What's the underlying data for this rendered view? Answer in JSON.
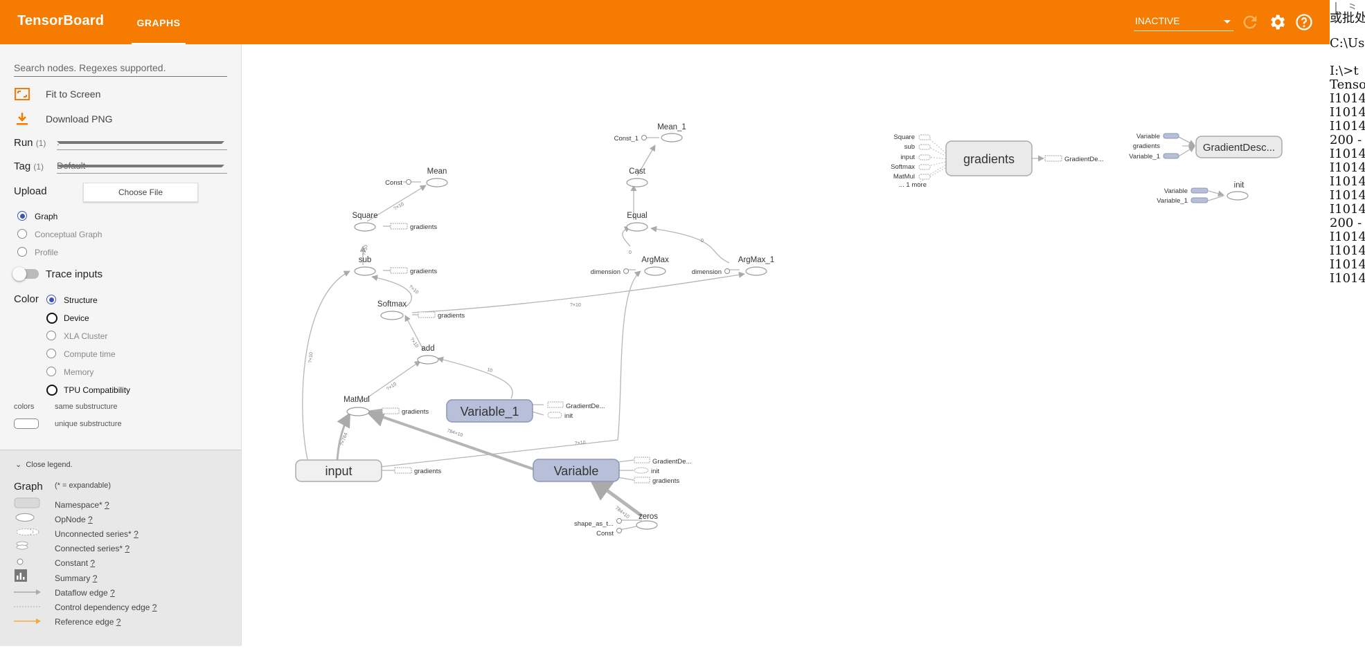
{
  "header": {
    "brand": "TensorBoard",
    "tab": "GRAPHS",
    "status": "INACTIVE",
    "icons": [
      "refresh-icon",
      "settings-icon",
      "help-icon"
    ]
  },
  "sidebar": {
    "search_placeholder": "Search nodes. Regexes supported.",
    "fit_label": "Fit to Screen",
    "download_label": "Download PNG",
    "run_label": "Run",
    "run_count": "(1)",
    "run_value": ".",
    "tag_label": "Tag",
    "tag_count": "(1)",
    "tag_value": "Default",
    "upload_label": "Upload",
    "choose_file": "Choose File",
    "graph_modes": [
      "Graph",
      "Conceptual Graph",
      "Profile"
    ],
    "trace_label": "Trace inputs",
    "color_label": "Color",
    "color_modes": [
      "Structure",
      "Device",
      "XLA Cluster",
      "Compute time",
      "Memory",
      "TPU Compatibility"
    ],
    "colors_label": "colors",
    "same_sub": "same substructure",
    "unique_sub": "unique substructure"
  },
  "legend": {
    "close": "Close legend.",
    "graph": "Graph",
    "expandable": "(* = expandable)",
    "items": [
      "Namespace*",
      "OpNode",
      "Unconnected series*",
      "Connected series*",
      "Constant",
      "Summary",
      "Dataflow edge",
      "Control dependency edge",
      "Reference edge"
    ],
    "help": "?"
  },
  "graph": {
    "nodes": {
      "input": "input",
      "variable": "Variable",
      "variable_1": "Variable_1",
      "matmul": "MatMul",
      "add": "add",
      "softmax": "Softmax",
      "sub": "sub",
      "square": "Square",
      "mean": "Mean",
      "const": "Const",
      "argmax": "ArgMax",
      "argmax_1": "ArgMax_1",
      "equal": "Equal",
      "cast": "Cast",
      "mean_1": "Mean_1",
      "const_1": "Const_1",
      "dimension": "dimension",
      "zeros": "zeros",
      "shape_as": "shape_as_t...",
      "gradients": "gradients",
      "gradientdesc": "GradientDesc...",
      "gradientde_short": "GradientDe...",
      "init": "init",
      "variable_1_small": "Variable_1",
      "more": "... 1 more"
    },
    "edge_labels": {
      "e10": "?×10",
      "e784": "?×784",
      "e784x10": "784×10",
      "e10c": "10",
      "e0": "0"
    }
  },
  "console": {
    "lines": [
      "或批处",
      "C:\\Us",
      "I:\\>t",
      "Tenso",
      "I1014",
      "I1014",
      "I1014",
      "200 -",
      "I1014",
      "I1014",
      "I1014",
      "I1014",
      "I1014",
      "200 -",
      "I1014",
      "I1014",
      "I1014",
      "I1014"
    ]
  }
}
